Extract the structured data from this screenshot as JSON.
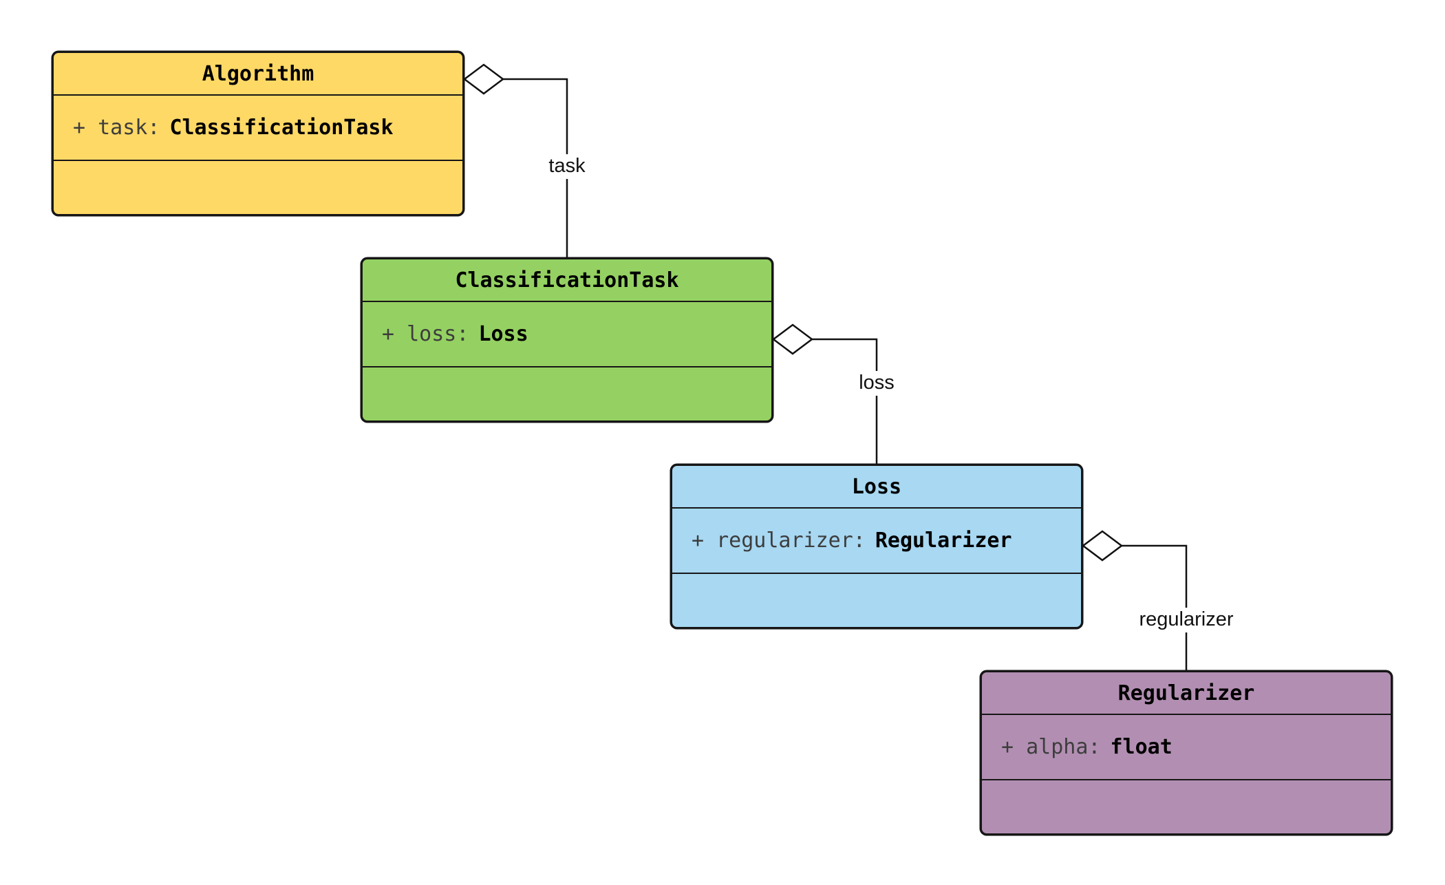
{
  "diagram": {
    "type": "uml-class-diagram",
    "classes": [
      {
        "title": "Algorithm",
        "attr_label": "+ task:",
        "attr_type": "ClassificationTask",
        "color": "#FFD966"
      },
      {
        "title": "ClassificationTask",
        "attr_label": "+ loss:",
        "attr_type": "Loss",
        "color": "#95D162"
      },
      {
        "title": "Loss",
        "attr_label": "+ regularizer:",
        "attr_type": "Regularizer",
        "color": "#A8D8F2"
      },
      {
        "title": "Regularizer",
        "attr_label": "+ alpha:",
        "attr_type": "float",
        "color": "#B28FB2"
      }
    ],
    "edges": [
      {
        "from": "Algorithm",
        "to": "ClassificationTask",
        "label": "task",
        "kind": "aggregation"
      },
      {
        "from": "ClassificationTask",
        "to": "Loss",
        "label": "loss",
        "kind": "aggregation"
      },
      {
        "from": "Loss",
        "to": "Regularizer",
        "label": "regularizer",
        "kind": "aggregation"
      }
    ]
  }
}
